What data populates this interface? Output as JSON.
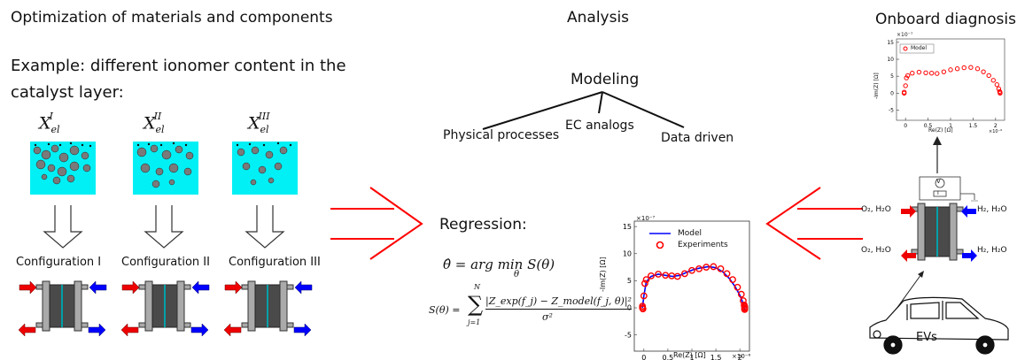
{
  "left": {
    "title": "Optimization of materials and components",
    "example_line1": "Example: different ionomer content in the",
    "example_line2": "catalyst layer:",
    "configs": [
      {
        "symbol": "X",
        "sub": "el",
        "sup": "I",
        "label": "Configuration I"
      },
      {
        "symbol": "X",
        "sub": "el",
        "sup": "II",
        "label": "Configuration II"
      },
      {
        "symbol": "X",
        "sub": "el",
        "sup": "III",
        "label": "Configuration III"
      }
    ]
  },
  "center": {
    "title": "Analysis",
    "modeling": "Modeling",
    "branches": [
      "Physical processes",
      "EC analogs",
      "Data driven"
    ],
    "regression": "Regression:",
    "eq1": "θ̂ = arg min S(θ)",
    "eq1_sub": "θ",
    "eq2_lhs": "S(θ) =",
    "eq2_sum_top": "N",
    "eq2_sum_bot": "j=1",
    "eq2_numerator": "|Z_exp(f_j) − Z_model(f_j, θ)|²",
    "eq2_denominator": "σ²"
  },
  "chart_center": {
    "ylabel": "-Im(Z) [Ω]",
    "xlabel": "Re(Z) [Ω]",
    "x_exponent": "×10⁻⁶",
    "y_exponent": "×10⁻⁷",
    "legend": [
      "Model",
      "Experiments"
    ]
  },
  "right": {
    "title": "Onboard diagnosis:",
    "h2o_in_1": "O₂, H₂O",
    "h2_1": "H₂, H₂O",
    "h2o_in_2": "O₂, H₂O",
    "h2_2": "H₂, H₂O",
    "evs": "EVs",
    "meter_v": "V",
    "meter_i": "I"
  },
  "chart_right": {
    "ylabel": "-Im(Z) [Ω]",
    "xlabel": "Re(Z) [Ω]",
    "x_exponent": "×10⁻⁶",
    "y_exponent": "×10⁻⁷",
    "legend": [
      "Model"
    ]
  },
  "chart_data": [
    {
      "type": "scatter",
      "title": "",
      "xlabel": "Re(Z) [Ω]",
      "ylabel": "-Im(Z) [Ω]",
      "xlim": [
        -2e-07,
        2.2e-06
      ],
      "ylim": [
        -8e-07,
        1.6e-06
      ],
      "xticks": [
        0,
        0.5,
        1,
        1.5,
        2
      ],
      "yticks": [
        -5,
        0,
        5,
        10,
        15
      ],
      "legend": "top-left",
      "series": [
        {
          "name": "Experiments",
          "x": [
            0.0,
            0.02,
            0.05,
            0.15,
            0.3,
            0.45,
            0.58,
            0.7,
            0.85,
            1.0,
            1.15,
            1.3,
            1.45,
            1.6,
            1.73,
            1.85,
            1.95,
            2.03,
            2.07,
            2.09,
            2.1,
            2.1,
            2.1,
            2.1,
            -0.03,
            -0.03,
            -0.02
          ],
          "y": [
            2.2,
            4.5,
            5.2,
            5.9,
            6.2,
            6.0,
            5.9,
            5.8,
            6.3,
            6.9,
            7.2,
            7.5,
            7.6,
            7.2,
            6.3,
            5.2,
            3.8,
            2.5,
            1.3,
            0.5,
            0.2,
            0.0,
            -0.2,
            -0.3,
            0.3,
            0.0,
            -0.2
          ]
        },
        {
          "name": "Model",
          "x": [
            -0.03,
            0.0,
            0.05,
            0.15,
            0.3,
            0.45,
            0.6,
            0.75,
            0.9,
            1.05,
            1.2,
            1.35,
            1.5,
            1.65,
            1.78,
            1.9,
            2.0,
            2.06,
            2.09,
            2.1
          ],
          "y": [
            0.0,
            2.2,
            4.8,
            5.8,
            6.2,
            6.0,
            5.8,
            6.0,
            6.6,
            7.1,
            7.4,
            7.6,
            7.4,
            6.6,
            5.4,
            3.9,
            2.3,
            1.0,
            0.3,
            -0.3
          ]
        }
      ]
    },
    {
      "type": "scatter",
      "title": "",
      "xlabel": "Re(Z) [Ω]",
      "ylabel": "-Im(Z) [Ω]",
      "xlim": [
        -2e-07,
        2.2e-06
      ],
      "ylim": [
        -8e-07,
        1.6e-06
      ],
      "xticks": [
        0,
        0.5,
        1,
        1.5,
        2
      ],
      "yticks": [
        -5,
        0,
        5,
        10,
        15
      ],
      "legend": "top-left",
      "series": [
        {
          "name": "Model",
          "x": [
            0.0,
            0.02,
            0.05,
            0.15,
            0.3,
            0.45,
            0.58,
            0.7,
            0.85,
            1.0,
            1.15,
            1.3,
            1.45,
            1.6,
            1.73,
            1.85,
            1.95,
            2.03,
            2.07,
            2.09,
            2.1,
            2.1,
            -0.03,
            -0.03
          ],
          "y": [
            2.2,
            4.5,
            5.2,
            5.9,
            6.2,
            6.0,
            5.9,
            5.8,
            6.3,
            6.9,
            7.2,
            7.5,
            7.6,
            7.2,
            6.3,
            5.2,
            3.8,
            2.5,
            1.3,
            0.5,
            0.2,
            0.0,
            0.3,
            0.0
          ]
        }
      ]
    }
  ]
}
